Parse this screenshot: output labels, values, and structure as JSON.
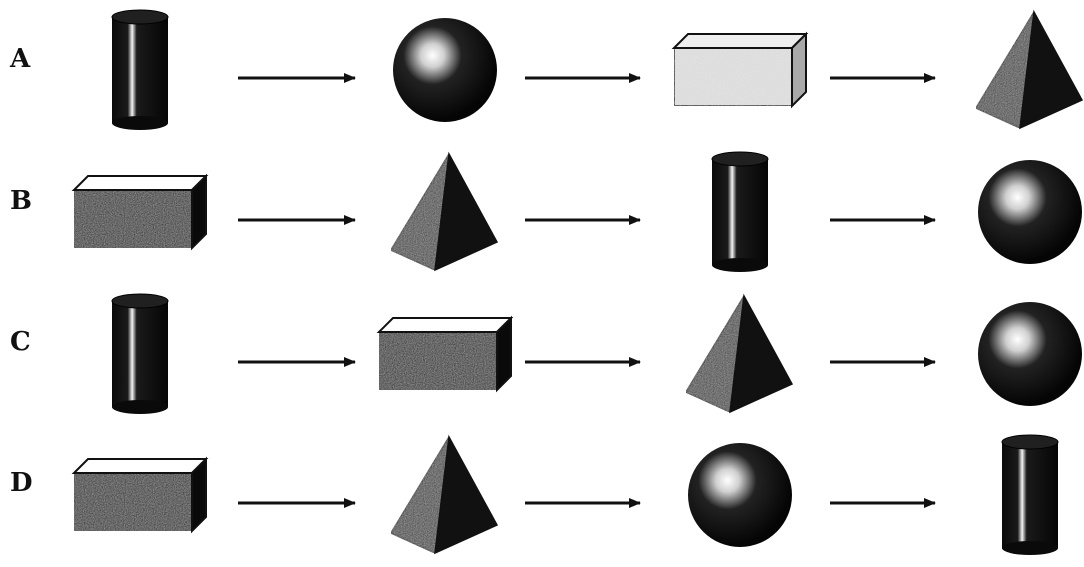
{
  "rows": [
    {
      "label": "A",
      "shapes": [
        "cylinder",
        "sphere",
        "box-light",
        "pyramid-dark"
      ]
    },
    {
      "label": "B",
      "shapes": [
        "box-dark",
        "pyramid-dark",
        "cylinder",
        "sphere"
      ]
    },
    {
      "label": "C",
      "shapes": [
        "cylinder",
        "box-dark",
        "pyramid-dark",
        "sphere"
      ]
    },
    {
      "label": "D",
      "shapes": [
        "box-dark",
        "pyramid-dark",
        "sphere",
        "cylinder"
      ]
    }
  ],
  "colors": {
    "ink": "#111111",
    "light_fill": "#d9d9d9",
    "highlight": "#ffffff"
  }
}
